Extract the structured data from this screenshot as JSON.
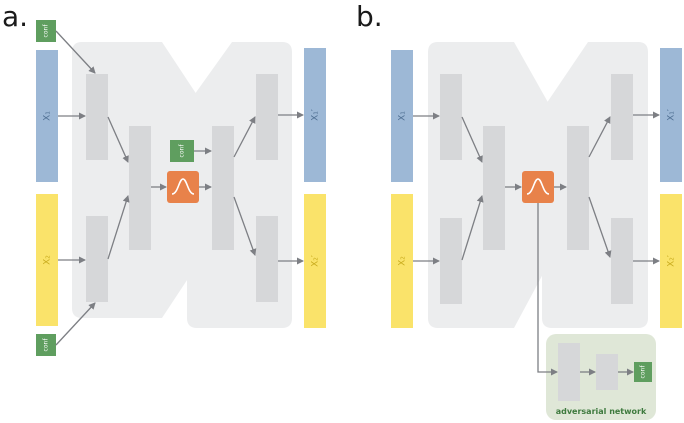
{
  "panels": {
    "a": {
      "letter": "a.",
      "conf_top": "conf",
      "conf_mid": "conf",
      "conf_bottom": "conf",
      "input1": "X₁",
      "input2": "X₂",
      "output1": "X₁′",
      "output2": "X₂′"
    },
    "b": {
      "letter": "b.",
      "input1": "X₁",
      "input2": "X₂",
      "output1": "X₁′",
      "output2": "X₂′",
      "adv_conf": "conf",
      "adv_label": "adversarial network"
    }
  },
  "colors": {
    "blue": "#9db8d6",
    "yellow": "#fae36a",
    "green": "#5f9e5f",
    "orange": "#e8824a",
    "gray_box": "#d6d7d9",
    "gray_bg": "#ecedee",
    "adv_bg": "#dfe7d7"
  }
}
